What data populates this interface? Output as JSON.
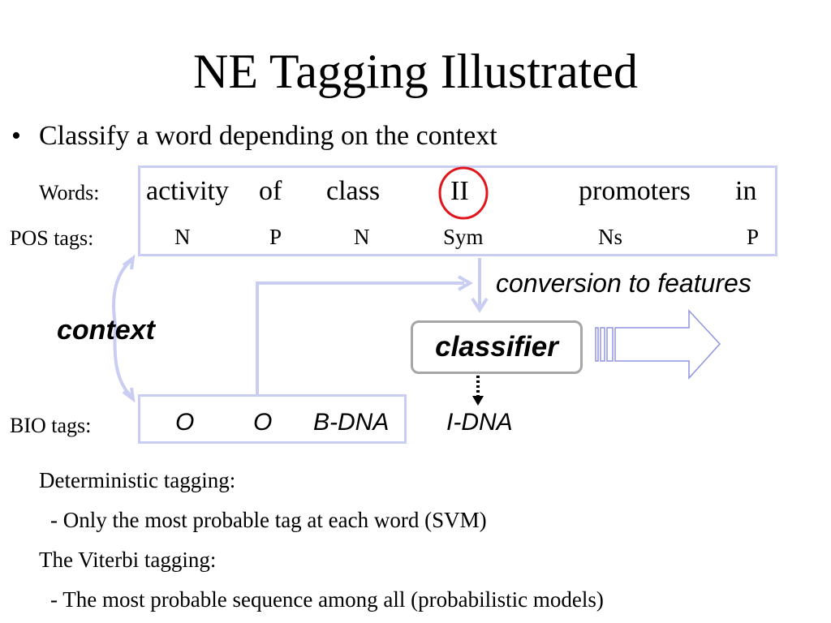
{
  "title": "NE Tagging Illustrated",
  "bullet": "Classify a word depending on the context",
  "labels": {
    "words": "Words:",
    "pos": "POS tags:",
    "bio": "BIO tags:"
  },
  "words": [
    "activity",
    "of",
    "class",
    "II",
    "promoters",
    "in"
  ],
  "pos_tags": [
    "N",
    "P",
    "N",
    "Sym",
    "Ns",
    "P"
  ],
  "bio_tags": [
    "O",
    "O",
    "B-DNA",
    "I-DNA"
  ],
  "conversion_label": "conversion to features",
  "context_label": "context",
  "classifier_label": "classifier",
  "notes": [
    "Deterministic tagging:",
    "- Only the most probable tag at each word (SVM)",
    "The Viterbi tagging:",
    "- The most probable sequence among all (probabilistic models)"
  ],
  "colors": {
    "box_border": "#c9cdf2",
    "highlight_circle": "#e0161b",
    "classifier_border": "#a6a6a6"
  }
}
